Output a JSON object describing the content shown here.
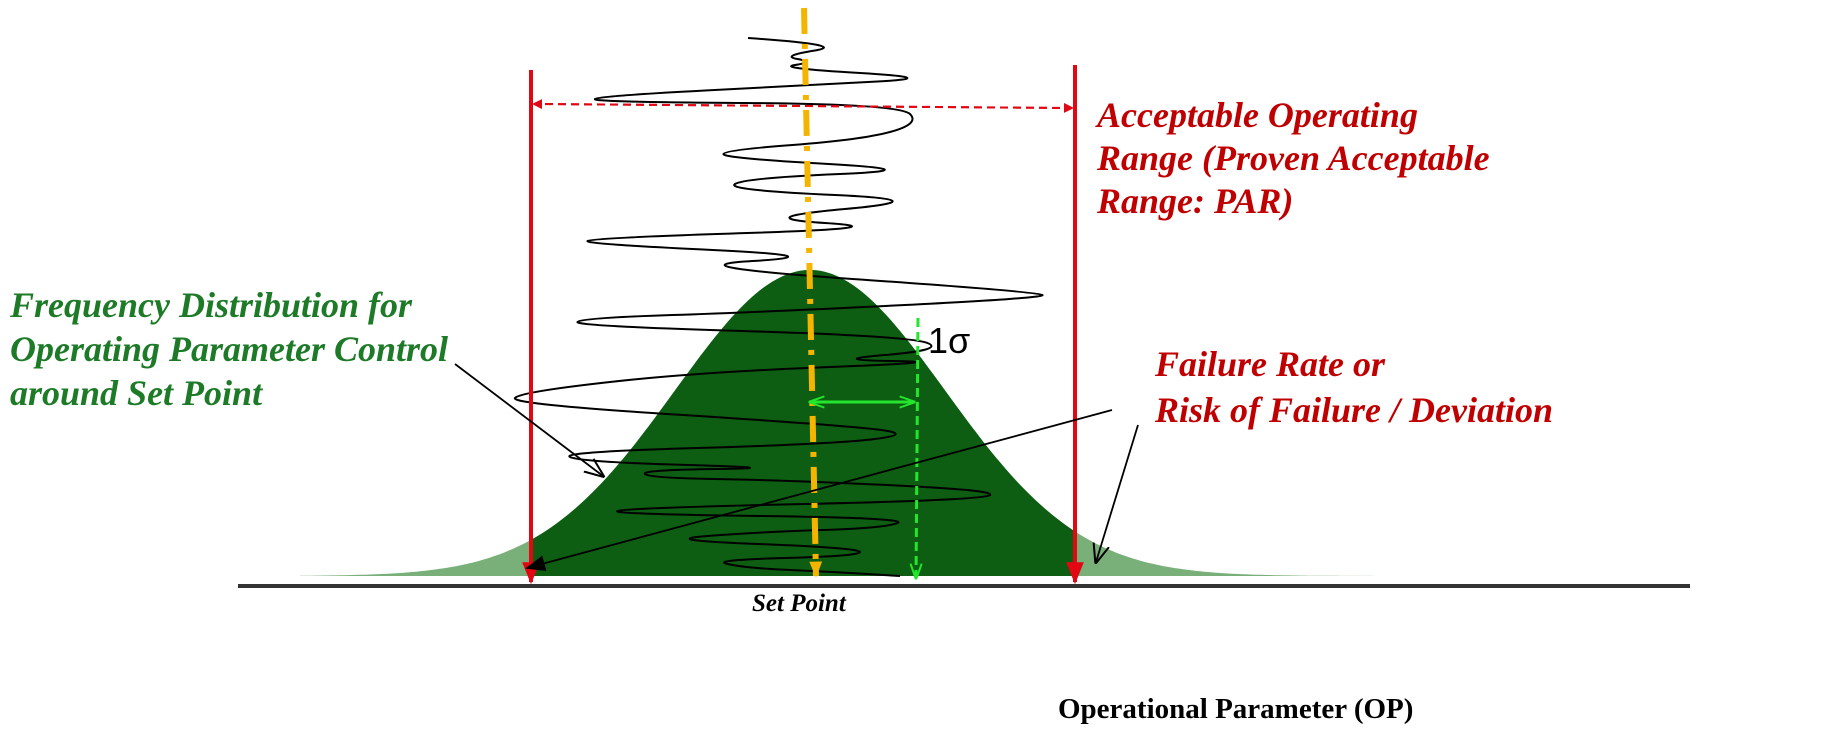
{
  "colors": {
    "red": "#e30613",
    "dark_green": "#0d5e12",
    "light_green": "#6aa66a",
    "setpoint_dash": "#f5b400",
    "sigma_green": "#22e52c",
    "text_red": "#c00000",
    "text_green": "#1d7a27"
  },
  "labels": {
    "acceptable_range": [
      "Acceptable Operating",
      "Range (Proven Acceptable",
      "Range: PAR)"
    ],
    "frequency_distribution": [
      "Frequency Distribution for",
      "Operating Parameter Control",
      "around Set Point"
    ],
    "failure_rate": [
      "Failure Rate or",
      "Risk of Failure / Deviation"
    ],
    "set_point": "Set Point",
    "operational_parameter": "Operational Parameter (OP)",
    "sigma": "1σ"
  }
}
